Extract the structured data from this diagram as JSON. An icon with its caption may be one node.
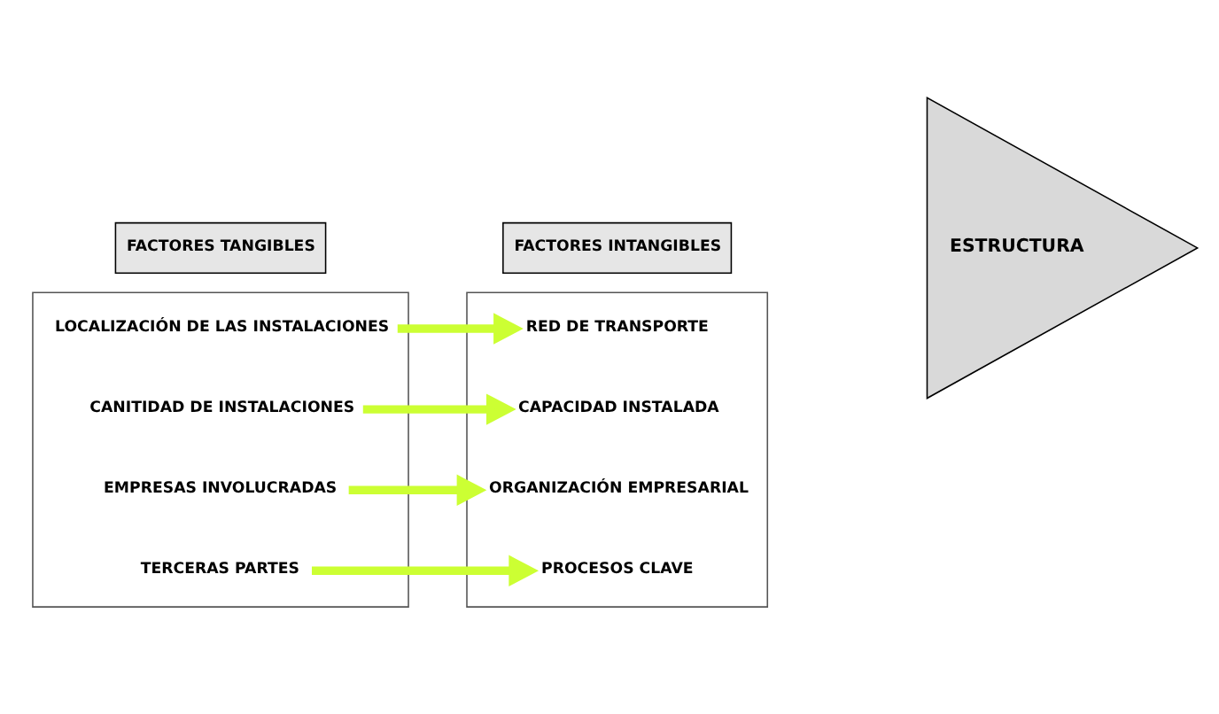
{
  "diagram": {
    "nodes": [
      {
        "text": [
          "FACTORES TANGIBLES"
        ]
      },
      {
        "text": [
          "FACTORES INTANGIBLES"
        ]
      },
      {
        "text": [],
        "shape": "box"
      },
      {
        "text": [
          "LOCALIZACIÓN DE LAS INSTALACIONES"
        ],
        "in": 2
      },
      {
        "text": [
          "CANITIDAD DE INSTALACIONES"
        ],
        "in": 2
      },
      {
        "text": [
          "EMPRESAS INVOLUCRADAS"
        ],
        "in": 2
      },
      {
        "text": [
          "TERCERAS PARTES"
        ],
        "in": 2
      },
      {
        "text": [],
        "shape": "box"
      },
      {
        "text": [
          "RED DE TRANSPORTE"
        ],
        "in": 7
      },
      {
        "text": [
          "CAPACIDAD INSTALADA"
        ],
        "in": 7
      },
      {
        "text": [
          "ORGANIZACIÓN EMPRESARIAL"
        ],
        "in": 7
      },
      {
        "text": [
          "PROCESOS CLAVE"
        ],
        "in": 7
      },
      {
        "text": [
          "ESTRUCTURA"
        ]
      }
    ],
    "edges": [
      {
        "from": 3,
        "to": 8,
        "arrow": "to"
      },
      {
        "from": 4,
        "to": 9,
        "arrow": "to"
      },
      {
        "from": 5,
        "to": 10,
        "arrow": "to"
      },
      {
        "from": 6,
        "to": 11,
        "arrow": "to"
      }
    ]
  }
}
